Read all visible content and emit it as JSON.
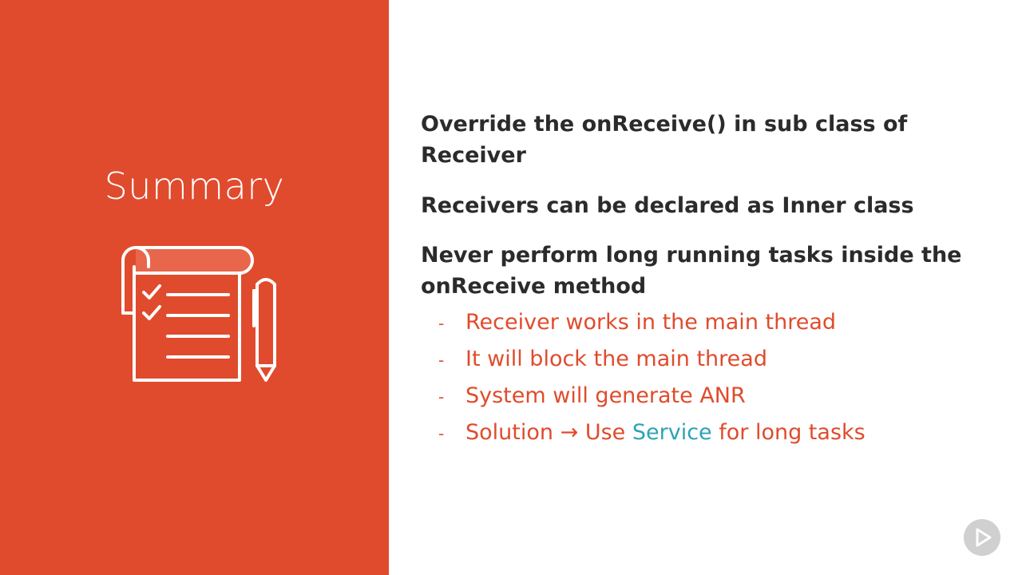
{
  "slide": {
    "title": "Summary",
    "points": [
      "Override the onReceive() in sub class of Receiver",
      "Receivers can be declared as Inner class",
      "Never perform long running tasks inside the onReceive method"
    ],
    "sub_points": {
      "bullet": "-",
      "items": [
        "Receiver works in the main thread",
        "It will block the main thread",
        "System will generate ANR"
      ],
      "last": {
        "prefix": "Solution",
        "arrow": "→",
        "use": "Use",
        "highlight": "Service",
        "suffix": "for long tasks"
      }
    }
  },
  "icons": {
    "illustration": "checklist-with-pen-icon",
    "badge": "play-logo-icon"
  },
  "colors": {
    "accent": "#e04b2d",
    "highlight": "#2ea3b5",
    "heading_text": "#2b2b2b",
    "background": "#ffffff",
    "badge": "#d0d0d0"
  }
}
